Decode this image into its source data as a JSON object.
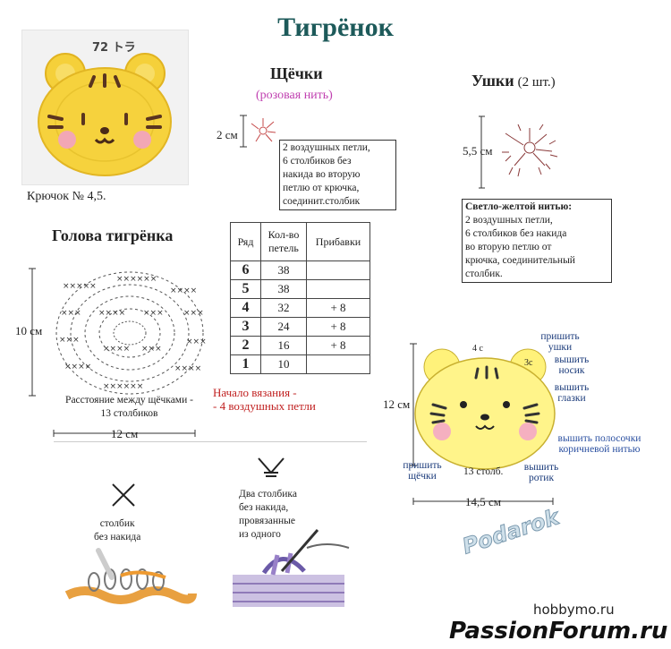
{
  "title": "Тигрёнок",
  "photo": {
    "label": "72 トラ"
  },
  "hook": "Крючок № 4,5.",
  "cheeks": {
    "heading": "Щёчки",
    "yarn": "(розовая нить)",
    "size": "2 см",
    "note": [
      "2 воздушных петли,",
      "6 столбиков без",
      "накида во вторую",
      "петлю от крючка,",
      "соединит.столбик"
    ]
  },
  "ears": {
    "heading": "Ушки",
    "count": "(2 шт.)",
    "size": "5,5 см",
    "note_title": "Светло-желтой нитью:",
    "note": [
      "2 воздушных петли,",
      "6 столбиков без накида",
      "во вторую петлю от",
      "крючка, соединительный",
      "столбик."
    ]
  },
  "head": {
    "heading": "Голова тигрёнка",
    "height": "10 см",
    "width": "12 см",
    "cheek_distance": [
      "Расстояние между щёчками -",
      "13 столбиков"
    ],
    "start": [
      "Начало вязания -",
      "- 4 воздушных петли"
    ]
  },
  "table": {
    "headers": [
      "Ряд",
      "Кол-во петель",
      "Прибавки"
    ],
    "rows": [
      {
        "row": "6",
        "count": "38",
        "inc": ""
      },
      {
        "row": "5",
        "count": "38",
        "inc": ""
      },
      {
        "row": "4",
        "count": "32",
        "inc": "+ 8"
      },
      {
        "row": "3",
        "count": "24",
        "inc": "+ 8"
      },
      {
        "row": "2",
        "count": "16",
        "inc": "+ 8"
      },
      {
        "row": "1",
        "count": "10",
        "inc": ""
      }
    ]
  },
  "assembly": {
    "height": "12 см",
    "width": "14,5 см",
    "stitch_count": "13 столб.",
    "ear_label": "4 с",
    "ear_label2": "3с",
    "sew_ears": [
      "пришить",
      "ушки"
    ],
    "nose": [
      "вышить",
      "носик"
    ],
    "eyes": [
      "вышить",
      "глазки"
    ],
    "stripes": [
      "вышить полосочки",
      "коричневой нитью"
    ],
    "sew_cheeks": [
      "пришить",
      "щёчки"
    ],
    "mouth": [
      "вышить",
      "ротик"
    ]
  },
  "legend": {
    "sc_label": [
      "столбик",
      "без накида"
    ],
    "dec_label": [
      "Два столбика",
      "без накида,",
      "провязанные",
      "из одного"
    ]
  },
  "watermarks": {
    "podarok": "Podarok",
    "hobbymo": "hobbymo.ru",
    "forum": "PassionForum.ru"
  }
}
